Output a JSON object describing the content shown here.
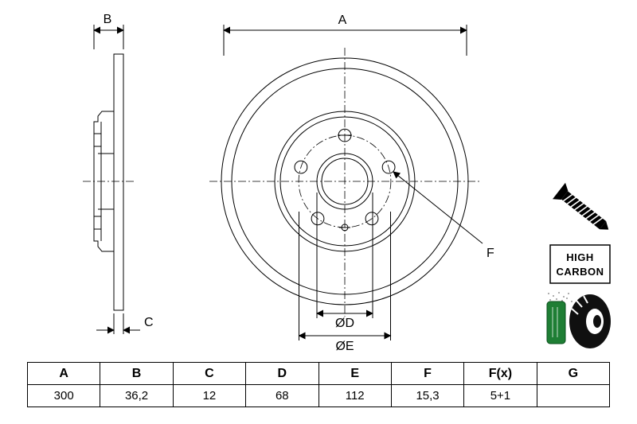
{
  "drawing": {
    "labels": {
      "a": "A",
      "b": "B",
      "c": "C",
      "d": "ØD",
      "e": "ØE",
      "f": "F"
    }
  },
  "badges": {
    "high_carbon_line1": "HIGH",
    "high_carbon_line2": "CARBON"
  },
  "icons": [
    {
      "name": "countersunk-screw-icon"
    },
    {
      "name": "high-carbon-badge"
    },
    {
      "name": "brake-disc-pad-icon"
    }
  ],
  "colors": {
    "line": "#000000",
    "pad_green": "#1e7e34",
    "disc_black": "#101010",
    "background": "#ffffff"
  },
  "table": {
    "headers": [
      "A",
      "B",
      "C",
      "D",
      "E",
      "F",
      "F(x)",
      "G"
    ],
    "values": [
      "300",
      "36,2",
      "12",
      "68",
      "112",
      "15,3",
      "5+1",
      ""
    ]
  }
}
